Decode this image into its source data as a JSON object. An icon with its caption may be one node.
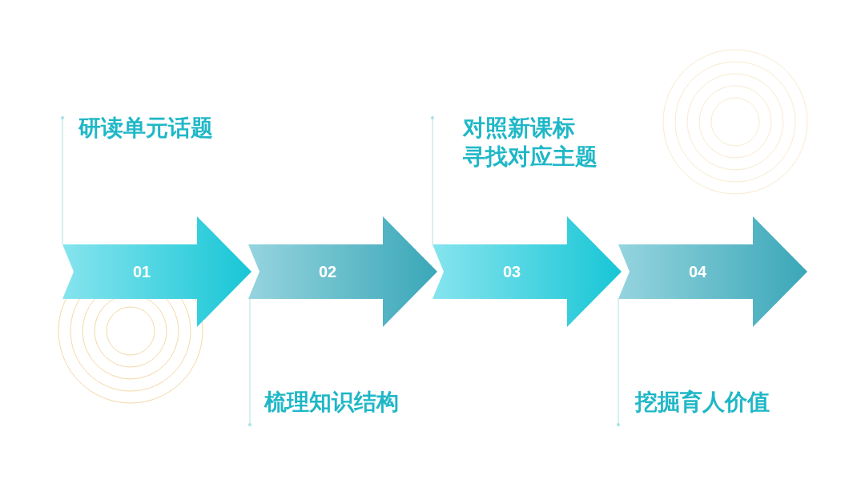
{
  "diagram": {
    "nodes": [
      {
        "text": [
          "01"
        ]
      },
      {
        "text": [
          "研读单元话题"
        ]
      },
      {
        "text": [
          "02"
        ]
      },
      {
        "text": [
          "梳理知识结构"
        ]
      },
      {
        "text": [
          "03"
        ]
      },
      {
        "text": [
          "对照新课标寻找对应主题"
        ]
      },
      {
        "text": [
          "04"
        ]
      },
      {
        "text": [
          "挖掘育人价值"
        ]
      }
    ],
    "edges": [
      {
        "from": 1,
        "to": 0,
        "arrow": "other"
      },
      {
        "from": 3,
        "to": 2,
        "arrow": "other"
      },
      {
        "from": 5,
        "to": 4,
        "arrow": "other"
      },
      {
        "from": 7,
        "to": 6,
        "arrow": "other"
      }
    ]
  }
}
